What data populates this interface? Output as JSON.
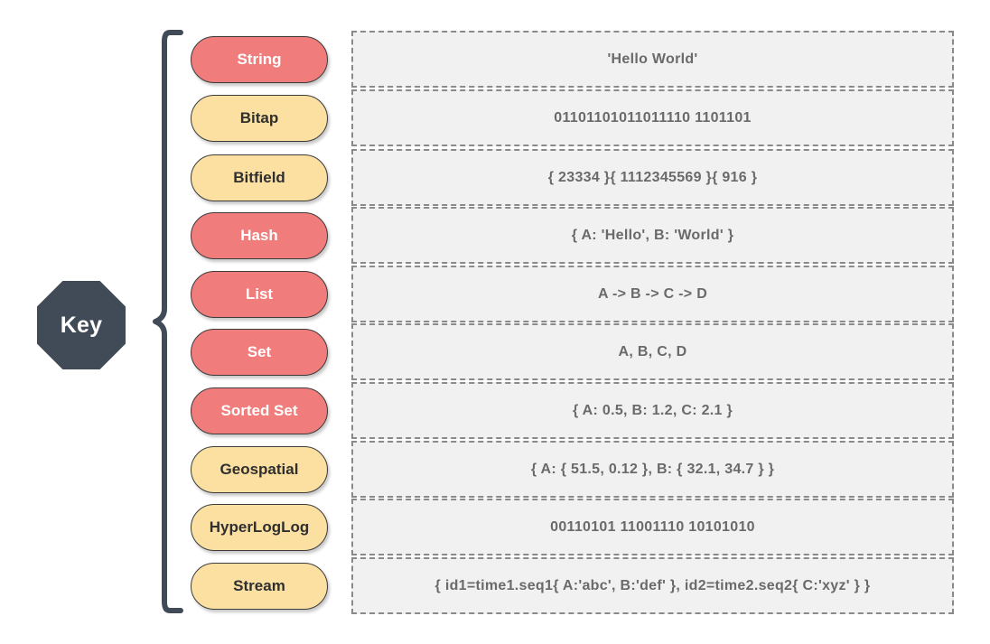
{
  "diagram": {
    "key_label": "Key",
    "colors": {
      "key_fill": "#414B57",
      "pill_salmon": "#F07C7C",
      "pill_yellow": "#FBE0A2",
      "value_box_fill": "#F1F1F1",
      "value_box_border": "#8a8a8a",
      "value_text": "#6a6a6a"
    },
    "rows": [
      {
        "type": "String",
        "style": "salmon",
        "value": "'Hello World'"
      },
      {
        "type": "Bitap",
        "style": "yellow",
        "value": "01101101011011110 1101101"
      },
      {
        "type": "Bitfield",
        "style": "yellow",
        "value": "{ 23334 }{ 1112345569 }{ 916 }"
      },
      {
        "type": "Hash",
        "style": "salmon",
        "value": "{ A: 'Hello', B: 'World' }"
      },
      {
        "type": "List",
        "style": "salmon",
        "value": "A -> B -> C -> D"
      },
      {
        "type": "Set",
        "style": "salmon",
        "value": "A, B, C, D"
      },
      {
        "type": "Sorted Set",
        "style": "salmon",
        "value": "{ A: 0.5, B: 1.2, C: 2.1 }"
      },
      {
        "type": "Geospatial",
        "style": "yellow",
        "value": "{ A: { 51.5, 0.12 }, B: { 32.1, 34.7 } }"
      },
      {
        "type": "HyperLogLog",
        "style": "yellow",
        "value": "00110101 11001110 10101010"
      },
      {
        "type": "Stream",
        "style": "yellow",
        "value": "{ id1=time1.seq1{ A:'abc', B:'def' }, id2=time2.seq2{ C:'xyz' } }"
      }
    ]
  }
}
